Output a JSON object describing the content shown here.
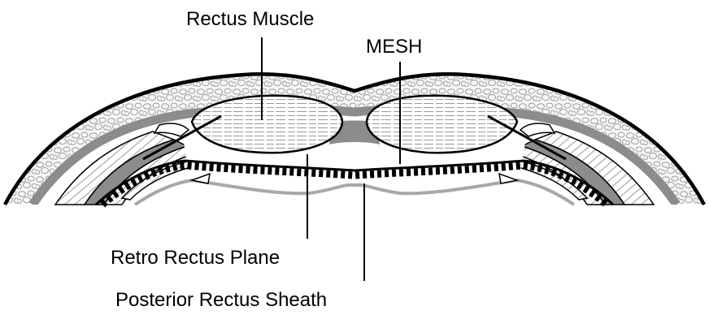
{
  "labels": {
    "rectus_muscle": "Rectus Muscle",
    "mesh": "MESH",
    "retro_rectus_plane": "Retro Rectus Plane",
    "posterior_rectus_sheath": "Posterior Rectus Sheath"
  },
  "colors": {
    "background": "#ffffff",
    "outline": "#000000",
    "fascia_gray": "#8c8c8c",
    "sheath_gray": "#a8a8a8",
    "fat_fill": "#f7f7f7",
    "fat_circles": "#9a9a9a",
    "muscle_striation": "#9a9a9a"
  }
}
